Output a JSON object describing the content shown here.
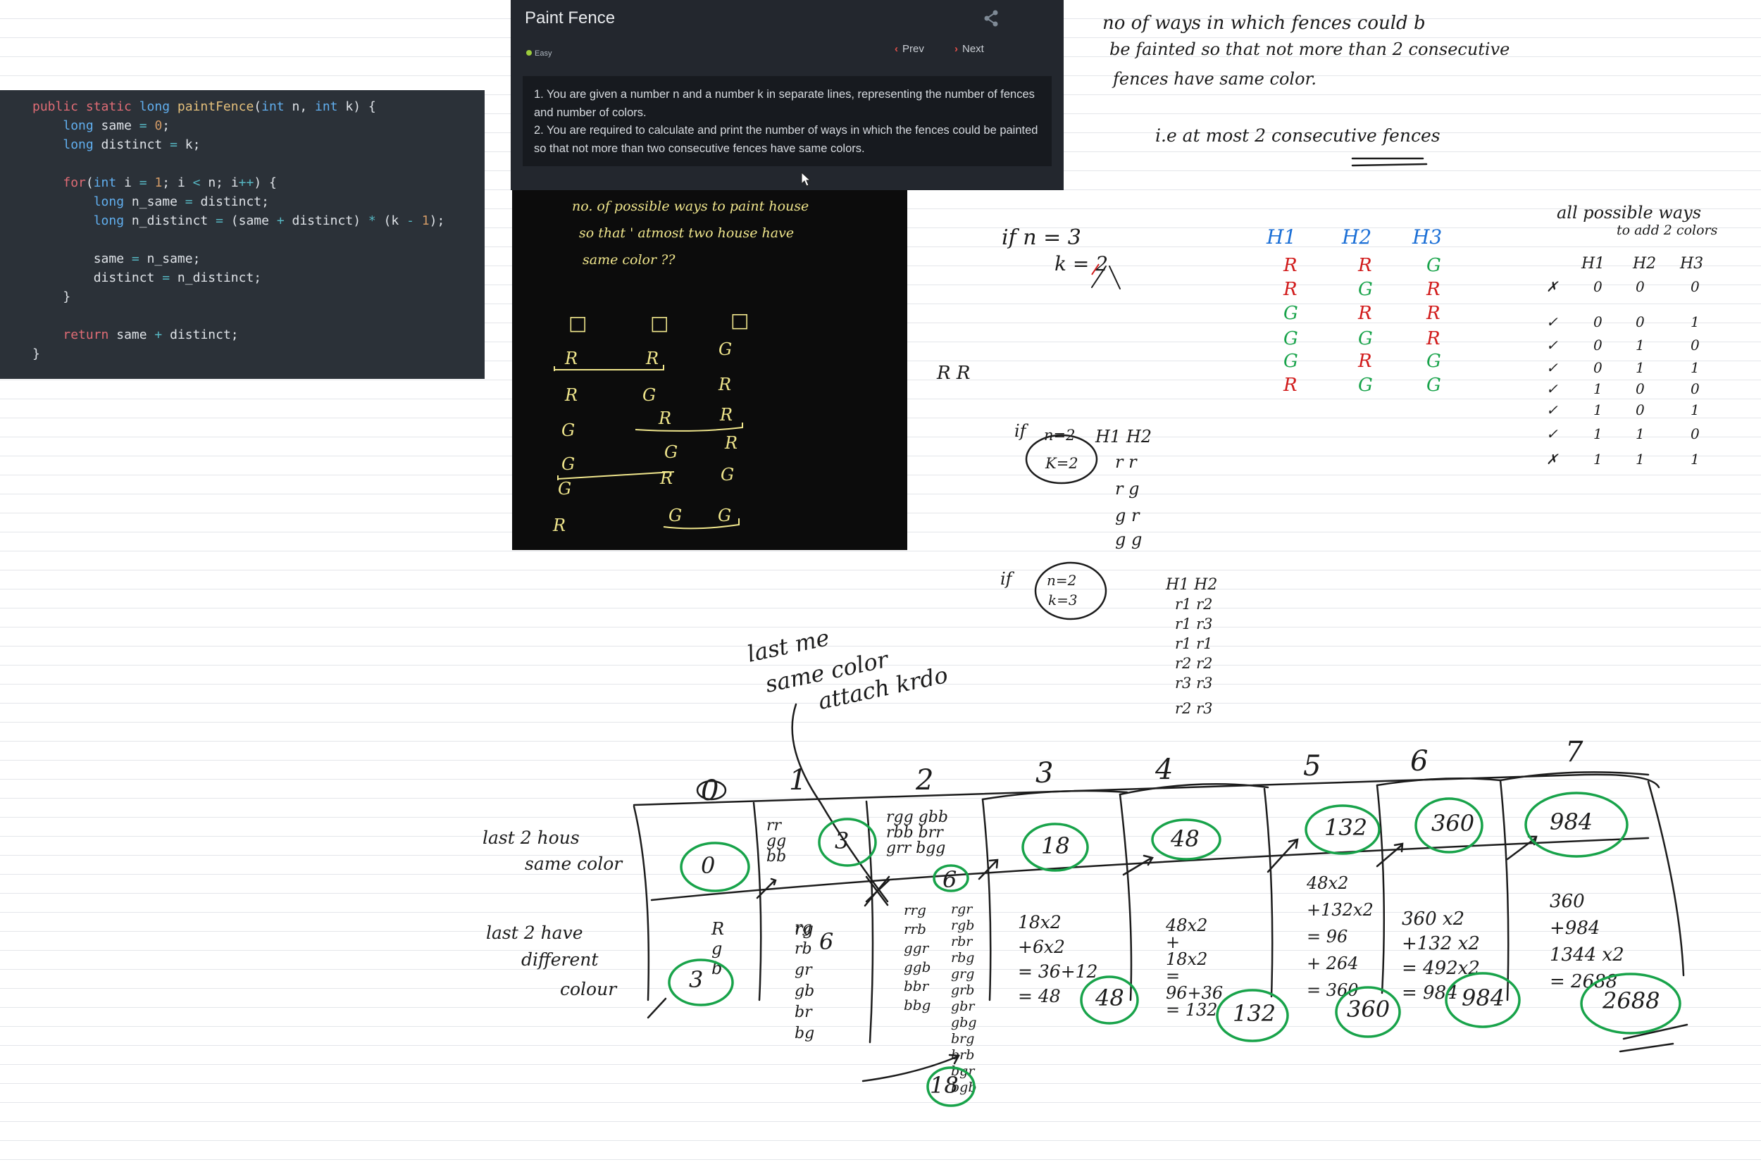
{
  "code": {
    "lines": [
      "public static long paintFence(int n, int k) {",
      "    long same = 0;",
      "    long distinct = k;",
      "",
      "    for(int i = 1; i < n; i++) {",
      "        long n_same = distinct;",
      "        long n_distinct = (same + distinct) * (k - 1);",
      "",
      "        same = n_same;",
      "        distinct = n_distinct;",
      "    }",
      "",
      "    return same + distinct;",
      "}"
    ]
  },
  "problem": {
    "title": "Paint Fence",
    "difficulty": "Easy",
    "prev_label": "Prev",
    "next_label": "Next",
    "statement_1": "1. You are given a number n and a number k in separate lines, representing the number of fences and number of colors.",
    "statement_2": "2. You are required to calculate and print the number of ways in which the fences could be painted so that not more than two consecutive  fences have same colors.",
    "colors": {
      "accent": "#e0504a",
      "easy": "#9ccc3c"
    }
  },
  "sketch": {
    "question_1": "no. of  possible  ways  to  paint  house",
    "question_2": "so  that ' atmost  two  house  have",
    "question_3": "same  color ??",
    "columns": [
      [
        "R",
        "R",
        "G",
        "G",
        "G",
        "R"
      ],
      [
        "R",
        "G",
        "R",
        "G",
        "R",
        "G"
      ],
      [
        "G",
        "R",
        "R",
        "R",
        "G",
        "G"
      ]
    ]
  },
  "notes": {
    "top_1": "no   of  ways   in  which   fences  could  b",
    "top_2": "be  fainted   so  that    not   more  than   2  consecutive",
    "top_3": "fences     have        same       color.",
    "ie": "i.e      at  most    2     consecutive    fences",
    "if_n": "if  n = 3",
    "k_eq": "k = 2",
    "RR": "R  R",
    "table_headers": [
      "H1",
      "H2",
      "H3"
    ],
    "table_rows": [
      [
        "R",
        "R",
        "G"
      ],
      [
        "R",
        "G",
        "R"
      ],
      [
        "G",
        "R",
        "R"
      ],
      [
        "G",
        "G",
        "R"
      ],
      [
        "G",
        "R",
        "G"
      ],
      [
        "R",
        "G",
        "G"
      ]
    ],
    "all_ways_1": "all possible ways",
    "all_ways_2": "to add 2 colors",
    "binary_headers": [
      "H1",
      "H2",
      "H3"
    ],
    "binary_rows": [
      [
        "x",
        "0",
        "0",
        "0"
      ],
      [
        "v",
        "0",
        "0",
        "1"
      ],
      [
        "v",
        "0",
        "1",
        "0"
      ],
      [
        "v",
        "0",
        "1",
        "1"
      ],
      [
        "v",
        "1",
        "0",
        "0"
      ],
      [
        "v",
        "1",
        "0",
        "1"
      ],
      [
        "v",
        "1",
        "1",
        "0"
      ],
      [
        "x",
        "1",
        "1",
        "1"
      ]
    ],
    "if_n2_k2": {
      "label": "if",
      "n": "n=2",
      "k": "K=2",
      "headers": "H1  H2",
      "rows": [
        "r   r",
        "r   g",
        "g   r",
        "g   g"
      ]
    },
    "if_n2_k3": {
      "label": "if",
      "n": "n=2",
      "k": "k=3",
      "headers": "H1  H2",
      "rows": [
        "r1   r2",
        "r1   r3",
        "r1   r1",
        "r2   r2",
        "r3   r3",
        "r2   r3"
      ]
    },
    "last_me": [
      "last me",
      "same color",
      "attach krdo"
    ],
    "row_label_same": [
      "last 2 hous",
      "same color"
    ],
    "row_label_diff": [
      "last 2 have",
      "different",
      "colour"
    ],
    "col_headers": [
      "0",
      "1",
      "2",
      "3",
      "4",
      "5",
      "6",
      "7"
    ],
    "same_values": [
      "0",
      "3",
      "6",
      "18",
      "48",
      "132",
      "360",
      "984"
    ],
    "diff_values": [
      "3",
      "6",
      "18",
      "48",
      "132",
      "360",
      "984",
      "2688"
    ],
    "cell_text": {
      "c1_same": [
        "rr",
        "gg",
        "bb"
      ],
      "c2_same": [
        "rgg gbb",
        "rbb brr",
        "grr bgg"
      ],
      "c0_diff": [
        "R",
        "g",
        "b"
      ],
      "c1_diff": [
        "rg",
        "rb",
        "gr",
        "gb",
        "br",
        "bg"
      ],
      "c2_diff_a": [
        "rrg",
        "rrb",
        "ggr",
        "ggb",
        "bbr",
        "bbg"
      ],
      "c2_diff_b": [
        "rgr",
        "rgb",
        "rbr",
        "rbg",
        "grg",
        "grb",
        "gbr",
        "gbg",
        "brg",
        "brb",
        "bgr",
        "bgb"
      ],
      "c3_diff": [
        "18x2",
        "+6x2",
        "= 36+12",
        "= 48"
      ],
      "c4_diff": [
        "48x2",
        "+",
        "18x2",
        "=",
        "96+36",
        "= 132"
      ],
      "c5_diff": [
        "48x2",
        "+132x2",
        "= 96",
        "+ 264",
        "= 360"
      ],
      "c6_diff": [
        "360 x2",
        "+132 x2",
        "= 492x2",
        "= 984"
      ],
      "c7_diff": [
        "360",
        "+984",
        "1344 x2",
        "= 2688"
      ]
    }
  }
}
